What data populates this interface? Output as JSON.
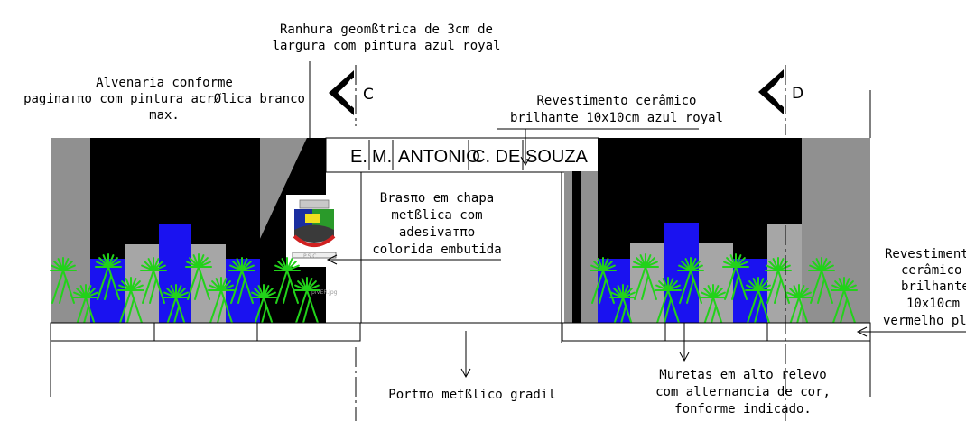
{
  "annotations": {
    "groove_line1": "Ranhura geomßtrica de 3cm de",
    "groove_line2": "largura com pintura azul royal",
    "masonry_line1": "Alvenaria conforme",
    "masonry_line2": "paginaтπo com pintura acrØlica branco",
    "masonry_line3": "max.",
    "tile_blue_line1": "Revestimento cerâmico",
    "tile_blue_line2": "brilhante 10x10cm azul royal",
    "crest_line1": "Brasπo em chapa",
    "crest_line2": "metßlica com",
    "crest_line3": "adesivaтπo",
    "crest_line4": "colorida embutida",
    "gate": "Portπo metßlico gradil",
    "walls_line1": "Muretas em alto relevo",
    "walls_line2": "com alternancia de cor,",
    "walls_line3": "fonforme indicado.",
    "tile_red_line1": "Revestiment",
    "tile_red_line2": "cerâmico",
    "tile_red_line3": "brilhante",
    "tile_red_line4": "10x10cm",
    "tile_red_line5": "vermelho pl"
  },
  "sign": {
    "part1": "E.",
    "part2": "M.",
    "part3": "ANTONIO",
    "part4": "C. DE",
    "part5": "SOUZA"
  },
  "section_markers": {
    "left": "C",
    "right": "D"
  },
  "image_filename": "plVER.jpg",
  "crest_caption": "P.S.C.",
  "colors": {
    "black": "#000000",
    "gray": "#909090",
    "light_gray": "#a6a6a6",
    "blue": "#1a12f0",
    "green": "#22d21a"
  },
  "icons": [
    "section-marker-icon",
    "crest-icon",
    "grass-icon",
    "arrow-icon"
  ]
}
